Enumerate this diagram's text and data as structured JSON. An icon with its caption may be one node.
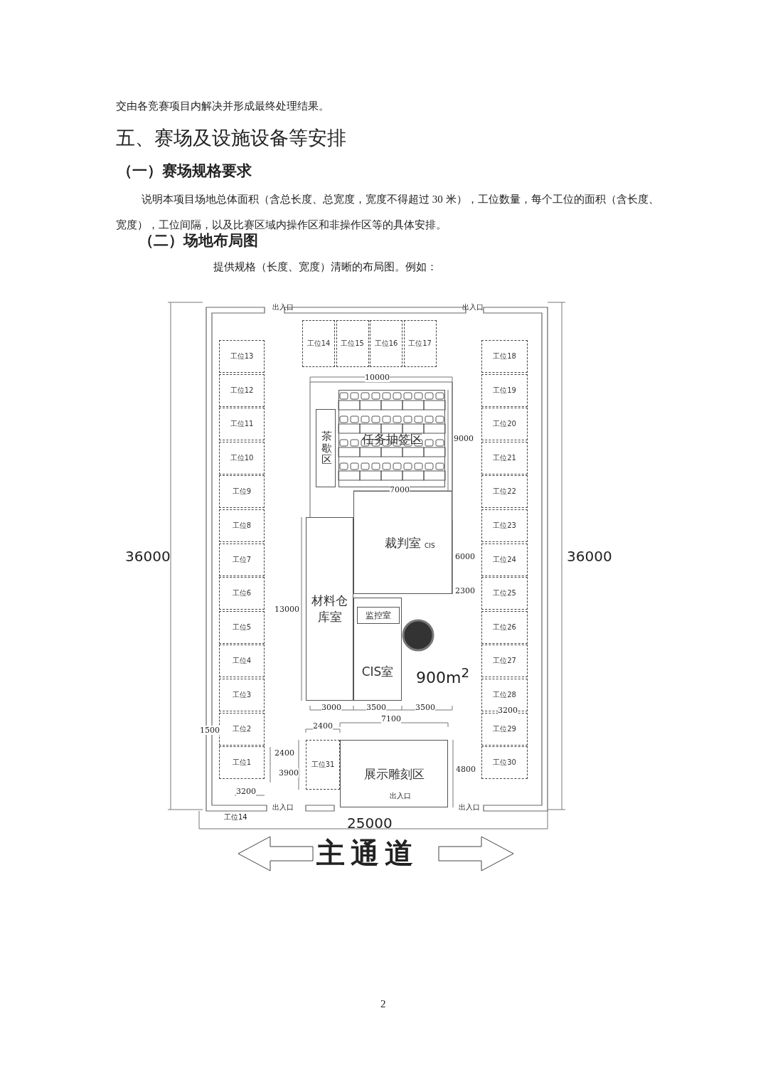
{
  "diagram": {
    "title": "五、赛场及设施设备等安排",
    "nodes": [
      {
        "text": [
          "工位13"
        ]
      },
      {
        "text": [
          "工位12"
        ]
      },
      {
        "text": [
          "工位11"
        ]
      },
      {
        "text": [
          "工位10"
        ]
      },
      {
        "text": [
          "工位9"
        ]
      },
      {
        "text": [
          "工位8"
        ]
      },
      {
        "text": [
          "工位7"
        ]
      },
      {
        "text": [
          "工位6"
        ]
      },
      {
        "text": [
          "工位5"
        ]
      },
      {
        "text": [
          "工位4"
        ]
      },
      {
        "text": [
          "工位3"
        ]
      },
      {
        "text": [
          "工位2"
        ]
      },
      {
        "text": [
          "工位1"
        ]
      },
      {
        "text": [
          "工位14"
        ]
      },
      {
        "text": [
          "工位15"
        ]
      },
      {
        "text": [
          "工位16"
        ]
      },
      {
        "text": [
          "工位17"
        ]
      },
      {
        "text": [
          "工位18"
        ]
      },
      {
        "text": [
          "工位19"
        ]
      },
      {
        "text": [
          "工位20"
        ]
      },
      {
        "text": [
          "工位21"
        ]
      },
      {
        "text": [
          "工位22"
        ]
      },
      {
        "text": [
          "工位23"
        ]
      },
      {
        "text": [
          "工位24"
        ]
      },
      {
        "text": [
          "工位25"
        ]
      },
      {
        "text": [
          "工位26"
        ]
      },
      {
        "text": [
          "工位27"
        ]
      },
      {
        "text": [
          "工位28"
        ]
      },
      {
        "text": [
          "工位29"
        ]
      },
      {
        "text": [
          "工位30"
        ]
      },
      {
        "text": [
          "工位31"
        ]
      },
      {
        "text": [
          "茶歇区"
        ]
      },
      {
        "text": [
          "任务抽签区"
        ]
      },
      {
        "text": [
          "裁判室"
        ]
      },
      {
        "text": [
          "材料仓库室"
        ]
      },
      {
        "text": [
          "CIS室"
        ]
      },
      {
        "text": [
          "监控室"
        ],
        "in": 35
      },
      {
        "text": [
          "展示雕刻区"
        ]
      }
    ],
    "labels": [
      "交由各竞赛项目内解决并形成最终处理结果。",
      "（一）赛场规格要求",
      "说明本项目场地总体面积（含总长度、总宽度，宽度不得超过 30 米），工位数量，每个工位的面积（含长度、宽度），工位间隔，以及比赛区域内操作区和非操作区等的具体安排。",
      "（二）场地布局图",
      "提供规格（长度、宽度）清晰的布局图。例如：",
      "出入口",
      "出入口",
      "10000",
      "9000",
      "7000",
      "36000",
      "36000",
      "6000",
      "2300",
      "CIS",
      "900m$^{2}$",
      "13000",
      "3000",
      "3500",
      "3500",
      "2400",
      "7100",
      "1500",
      "3900",
      "2400",
      "4800",
      "3200",
      "3200",
      "出入口",
      "出入口",
      "出入口",
      "工位14",
      "25000",
      "主通道",
      "2"
    ]
  }
}
